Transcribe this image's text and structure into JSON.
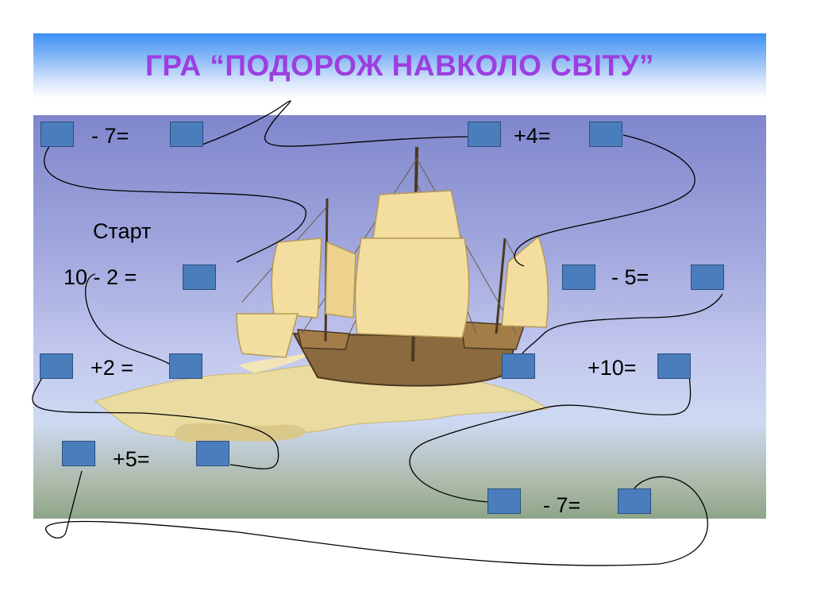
{
  "title": "ГРА “ПОДОРОЖ НАВКОЛО СВІТУ”",
  "start_label": "Старт",
  "equations": {
    "start": "10 - 2 =",
    "r1_left": "- 7=",
    "r1_right": "+4=",
    "r2_right": "- 5=",
    "r3_left": "+2 =",
    "r3_right": "+10=",
    "r4_left": "+5=",
    "r5_right": "- 7="
  },
  "colors": {
    "title": "#9d3ee0",
    "box_fill": "#4a7dbc",
    "path_line": "#000000"
  }
}
